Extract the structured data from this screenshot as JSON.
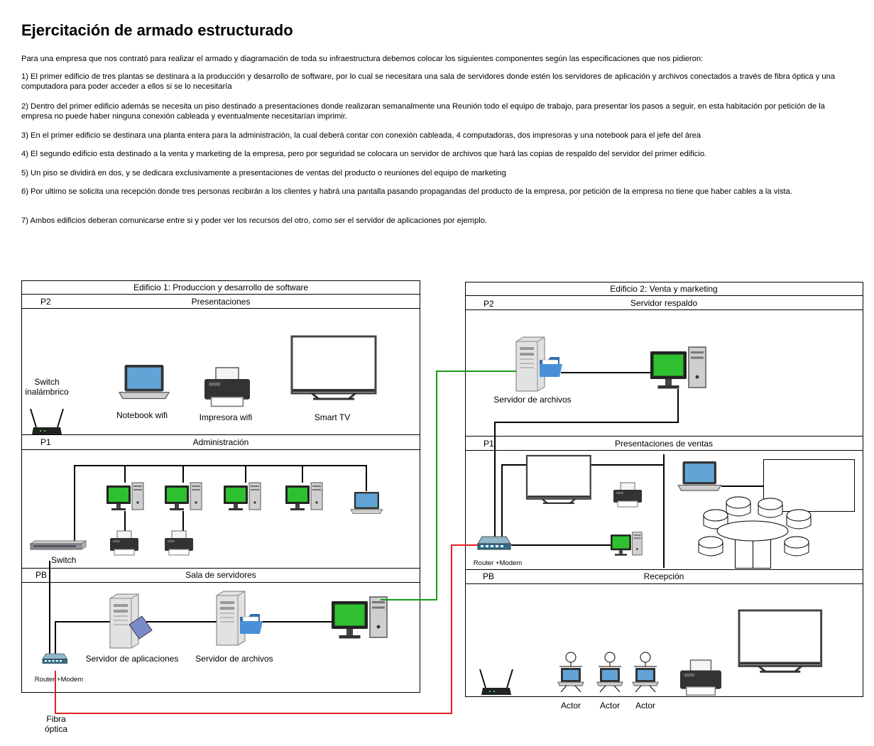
{
  "title": "Ejercitación de armado estructurado",
  "paragraphs": [
    "Para una empresa que  nos contrató para realizar el armado y diagramación de toda su infraestructura debemos colocar los siguientes componentes según las especificaciones que nos pidieron:",
    "1) El primer edificio de tres plantas se destinara a la producción y desarrollo de software, por lo cual se necesitara una sala de servidores donde estén los servidores de aplicación y archivos conectados a través de fibra óptica y una computadora para poder acceder a ellos si se lo necesitaría",
    "2) Dentro del primer edificio además se necesita un piso destinado a presentaciones donde realizaran semanalmente una Reunión todo el equipo de trabajo, para presentar los pasos a seguir, en esta habitación por petición de la empresa no puede haber ninguna conexión cableada y eventualmente necesitarían imprimir.",
    "3) En el primer edificio se destinara una planta entera para la administración, la cual deberá contar con conexión cableada, 4 computadoras, dos impresoras y una notebook para el jefe del área",
    "4) El segundo edificio esta destinado a la venta y marketing de la empresa, pero por seguridad se colocara un servidor de archivos que hará las copias de respaldo del servidor del primer edificio.",
    "5) Un piso se dividirá en dos, y se dedicara exclusivamente a presentaciones de ventas del producto o reuniones del equipo de marketing",
    "6) Por ultimo se solicita una recepción donde tres personas recibirán a los clientes y habrá una pantalla pasando propagandas del producto de la empresa, por petición de la empresa no tiene que haber cables a la vista.",
    "7) Ambos edificios deberan comunicarse entre si y poder ver los recursos del otro, como ser el servidor de aplicaciones por ejemplo."
  ],
  "building1": {
    "title": "Edificio 1: Produccion y desarrollo de software",
    "p2": {
      "floor": "P2",
      "name": "Presentaciones",
      "switch_label_1": "Switch",
      "switch_label_2": "inalámbrico",
      "notebook": "Notebook wifi",
      "printer": "Impresora wifi",
      "tv": "Smart TV"
    },
    "p1": {
      "floor": "P1",
      "name": "Administración",
      "switch": "Switch"
    },
    "pb": {
      "floor": "PB",
      "name": "Sala de servidores",
      "app_server": "Servidor de aplicaciones",
      "file_server": "Servidor de archivos",
      "router": "Router +Modem"
    }
  },
  "building2": {
    "title": "Edificio 2: Venta y marketing",
    "p2": {
      "floor": "P2",
      "name": "Servidor respaldo",
      "file_server": "Servidor de archivos"
    },
    "p1": {
      "floor": "P1",
      "name": "Presentaciones de ventas",
      "router": "Router +Modem"
    },
    "pb": {
      "floor": "PB",
      "name": "Recepción",
      "actors": [
        "Actor",
        "Actor",
        "Actor"
      ]
    }
  },
  "fiber_1": "Fibra",
  "fiber_2": "óptica",
  "colors": {
    "fiber": "#e02020",
    "link": "#149c14",
    "cable": "#000000",
    "screen": "#22c022"
  }
}
